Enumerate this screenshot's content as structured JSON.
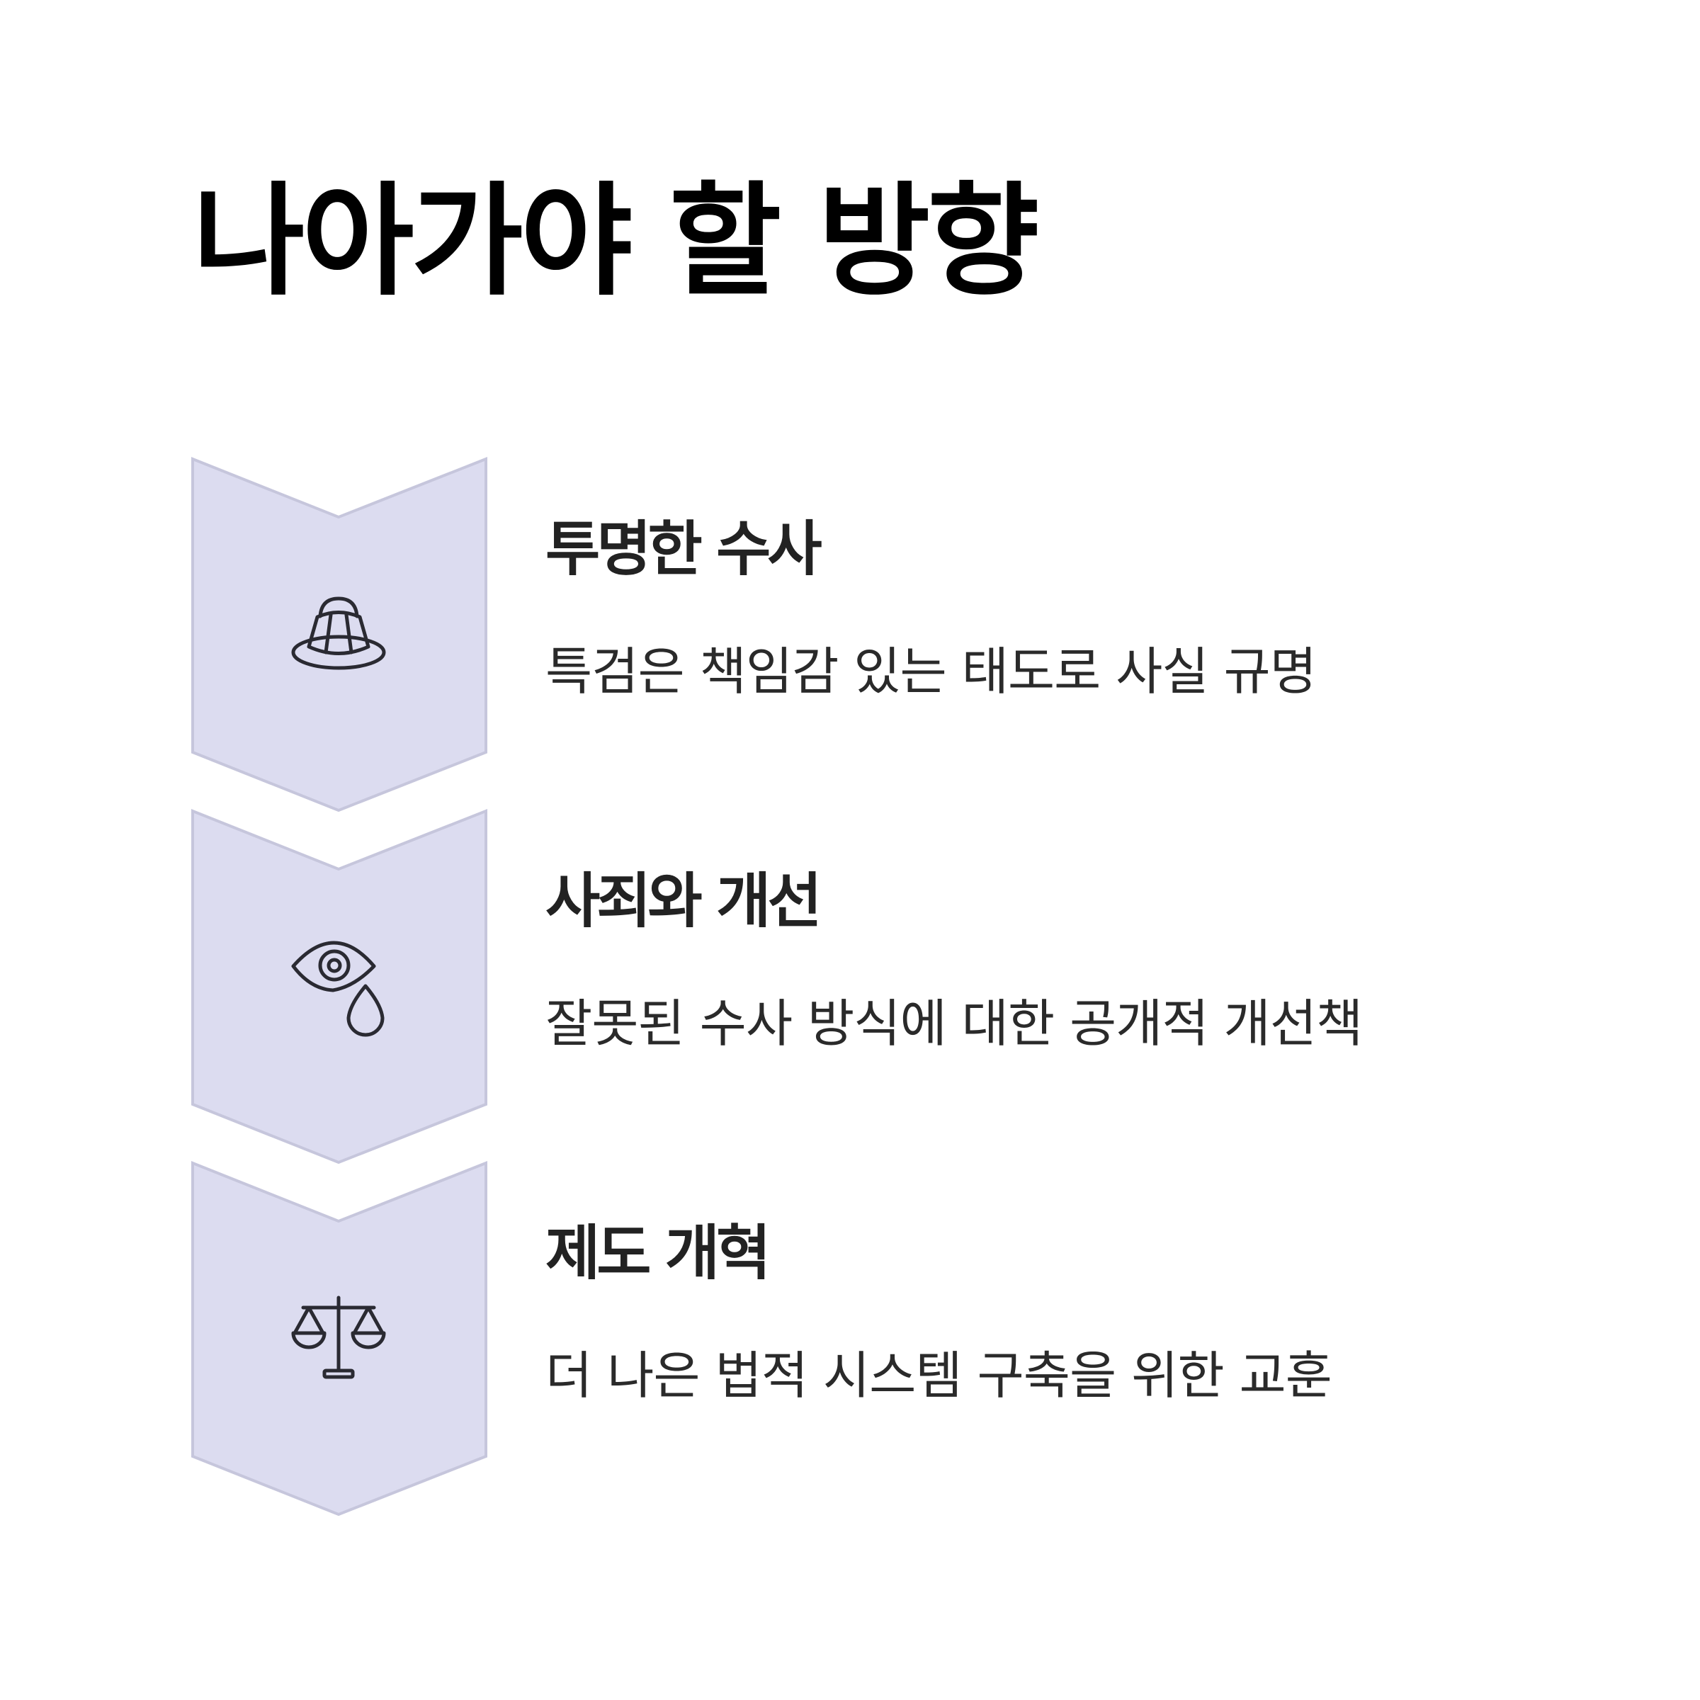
{
  "title": "나아가야 할 방향",
  "colors": {
    "chevron_fill": "#dcdcf0",
    "chevron_stroke": "#c6c6dc",
    "heading_text": "#222222",
    "body_text": "#2a2a2a",
    "title_text": "#000000"
  },
  "steps": [
    {
      "heading": "투명한 수사",
      "description": "특검은 책임감 있는 태도로 사실 규명",
      "icon": "jelly-pudding-icon"
    },
    {
      "heading": "사죄와 개선",
      "description": "잘못된 수사 방식에 대한 공개적 개선책",
      "icon": "crying-eye-icon"
    },
    {
      "heading": "제도 개혁",
      "description": "더 나은 법적 시스템 구축을 위한 교훈",
      "icon": "balance-scale-icon"
    }
  ]
}
